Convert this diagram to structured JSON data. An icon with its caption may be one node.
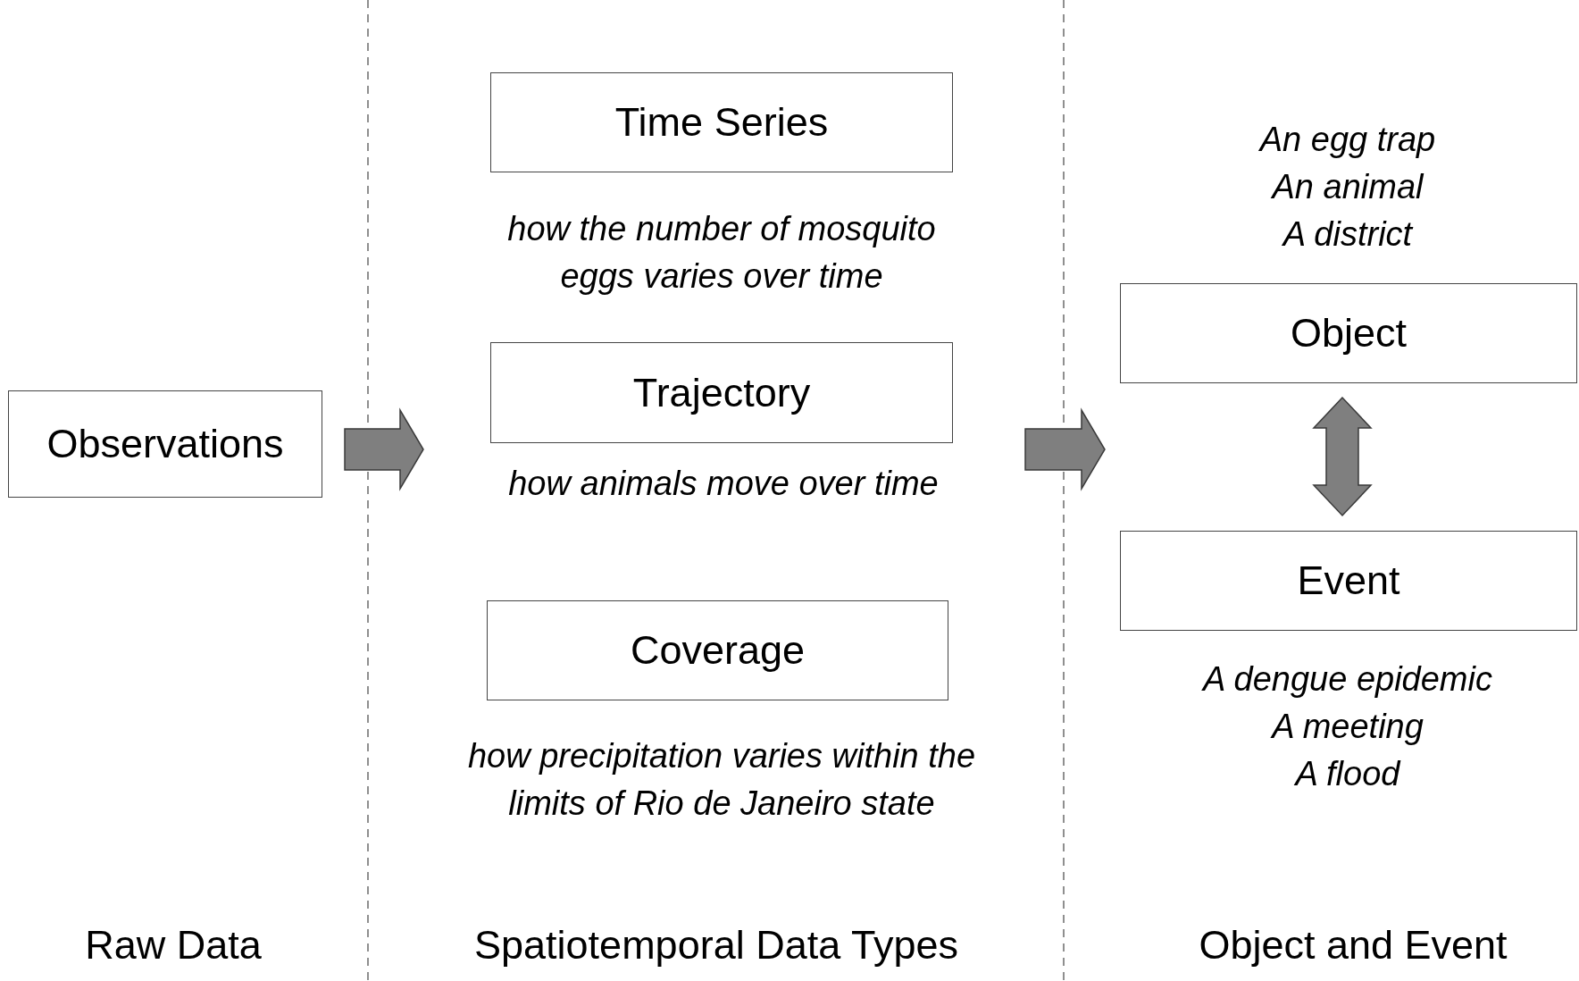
{
  "diagram": {
    "nodes": [
      {
        "text": [
          "Observations"
        ]
      },
      {
        "text": [
          "Time Series"
        ],
        "beside": [
          "how the number of mosquito eggs varies over time"
        ]
      },
      {
        "text": [
          "Trajectory"
        ],
        "beside": [
          "how animals move over time"
        ]
      },
      {
        "text": [
          "Coverage"
        ],
        "beside": [
          "how precipitation varies within the limits of Rio de Janeiro state"
        ]
      },
      {
        "text": [
          "Object"
        ],
        "beside": [
          "An egg trap",
          "An animal",
          "A district"
        ]
      },
      {
        "text": [
          "Event"
        ],
        "beside": [
          "A dengue epidemic",
          "A meeting",
          "A flood"
        ]
      }
    ],
    "edges": [
      {
        "from": 0,
        "to": 2,
        "arrow": "to"
      },
      {
        "from": 4,
        "to": 5,
        "arrow": "both"
      }
    ],
    "labels": [
      "Raw Data",
      "Spatiotemporal Data Types",
      "Object and Event"
    ]
  }
}
